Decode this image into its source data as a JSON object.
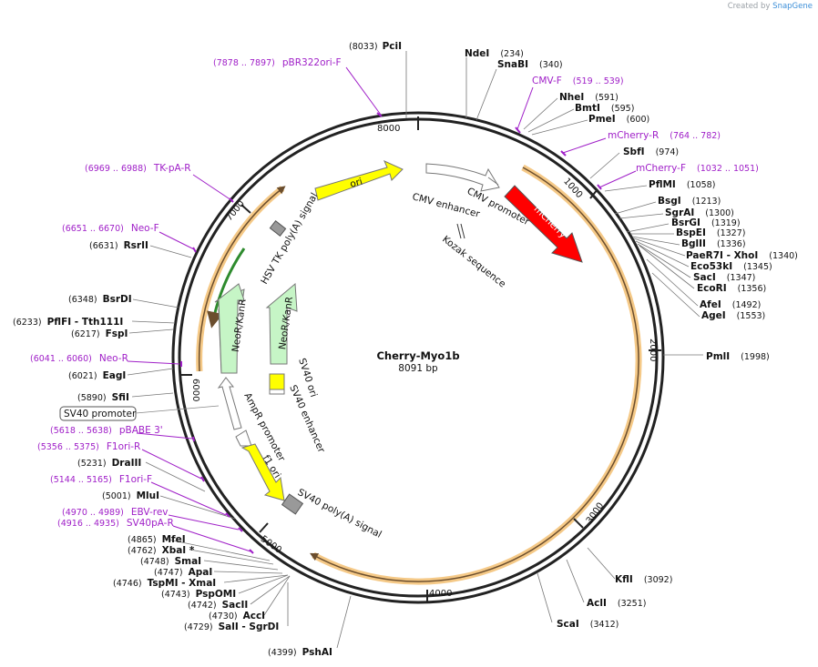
{
  "credit": {
    "prefix": "Created by",
    "brand": "SnapGene"
  },
  "plasmid": {
    "name": "Cherry-Myo1b",
    "size_label": "8091 bp",
    "length": 8091
  },
  "ticks": [
    "1000",
    "2000",
    "3000",
    "4000",
    "5000",
    "6000",
    "7000",
    "8000"
  ],
  "sites": [
    {
      "name": "PciI",
      "pos": "(8033)"
    },
    {
      "name": "NdeI",
      "pos": "(234)"
    },
    {
      "name": "SnaBI",
      "pos": "(340)"
    },
    {
      "name": "NheI",
      "pos": "(591)"
    },
    {
      "name": "BmtI",
      "pos": "(595)"
    },
    {
      "name": "PmeI",
      "pos": "(600)"
    },
    {
      "name": "SbfI",
      "pos": "(974)"
    },
    {
      "name": "PflMI",
      "pos": "(1058)"
    },
    {
      "name": "BsgI",
      "pos": "(1213)"
    },
    {
      "name": "SgrAI",
      "pos": "(1300)"
    },
    {
      "name": "BsrGI",
      "pos": "(1319)"
    },
    {
      "name": "BspEI",
      "pos": "(1327)"
    },
    {
      "name": "BglII",
      "pos": "(1336)"
    },
    {
      "name": "PaeR7I - XhoI",
      "pos": "(1340)"
    },
    {
      "name": "Eco53kI",
      "pos": "(1345)"
    },
    {
      "name": "SacI",
      "pos": "(1347)"
    },
    {
      "name": "EcoRI",
      "pos": "(1356)"
    },
    {
      "name": "AfeI",
      "pos": "(1492)"
    },
    {
      "name": "AgeI",
      "pos": "(1553)"
    },
    {
      "name": "PmlI",
      "pos": "(1998)"
    },
    {
      "name": "KflI",
      "pos": "(3092)"
    },
    {
      "name": "AclI",
      "pos": "(3251)"
    },
    {
      "name": "ScaI",
      "pos": "(3412)"
    },
    {
      "name": "PshAI",
      "pos": "(4399)"
    },
    {
      "name": "SalI  - SgrDI",
      "pos": "(4729)"
    },
    {
      "name": "AccI",
      "pos": "(4730)"
    },
    {
      "name": "SacII",
      "pos": "(4742)"
    },
    {
      "name": "PspOMI",
      "pos": "(4743)"
    },
    {
      "name": "TspMI  - XmaI",
      "pos": "(4746)"
    },
    {
      "name": "ApaI",
      "pos": "(4747)"
    },
    {
      "name": "SmaI",
      "pos": "(4748)"
    },
    {
      "name": "XbaI *",
      "pos": "(4762)"
    },
    {
      "name": "MfeI",
      "pos": "(4865)"
    },
    {
      "name": "MluI",
      "pos": "(5001)"
    },
    {
      "name": "DraIII",
      "pos": "(5231)"
    },
    {
      "name": "SfiI",
      "pos": "(5890)"
    },
    {
      "name": "EagI",
      "pos": "(6021)"
    },
    {
      "name": "FspI",
      "pos": "(6217)"
    },
    {
      "name": "PflFI  - Tth111I",
      "pos": "(6233)"
    },
    {
      "name": "BsrDI",
      "pos": "(6348)"
    },
    {
      "name": "RsrII",
      "pos": "(6631)"
    }
  ],
  "primers": [
    {
      "name": "pBR322ori-F",
      "pos": "(7878 .. 7897)"
    },
    {
      "name": "CMV-F",
      "pos": "(519 .. 539)"
    },
    {
      "name": "mCherry-R",
      "pos": "(764 .. 782)"
    },
    {
      "name": "mCherry-F",
      "pos": "(1032 .. 1051)"
    },
    {
      "name": "TK-pA-R",
      "pos": "(6969 .. 6988)"
    },
    {
      "name": "Neo-F",
      "pos": "(6651 .. 6670)"
    },
    {
      "name": "Neo-R",
      "pos": "(6041 .. 6060)"
    },
    {
      "name": "pBABE 3'",
      "pos": "(5618 .. 5638)"
    },
    {
      "name": "F1ori-R",
      "pos": "(5356 .. 5375)"
    },
    {
      "name": "F1ori-F",
      "pos": "(5144 .. 5165)"
    },
    {
      "name": "EBV-rev",
      "pos": "(4970 .. 4989)"
    },
    {
      "name": "SV40pA-R",
      "pos": "(4916 .. 4935)"
    }
  ],
  "features": {
    "ori": "ori",
    "mcherry": "mCherry",
    "neo_outer": "NeoR/KanR",
    "neo_inner": "NeoR/KanR",
    "f1ori": "f1 ori",
    "cmv_enhancer": "CMV enhancer",
    "cmv_promoter": "CMV promoter",
    "kozak": "Kozak sequence",
    "hsv_polya": "HSV TK poly(A) signal",
    "sv40_ori": "SV40 ori",
    "sv40_enhancer": "SV40 enhancer",
    "ampr_promoter": "AmpR promoter",
    "sv40_polya": "SV40 poly(A) signal",
    "sv40_promoter": "SV40 promoter"
  },
  "colors": {
    "ori": "#ffff00",
    "mcherry": "#ff0000",
    "neo": "#c6f5c6",
    "orf_outline": "#e8a030",
    "primer": "#a020c8"
  }
}
